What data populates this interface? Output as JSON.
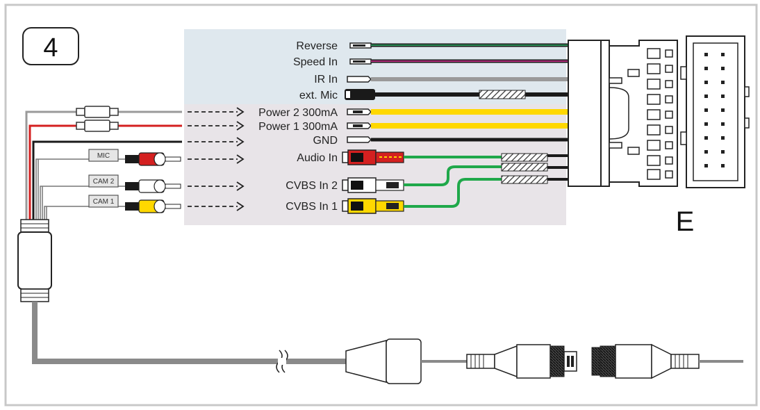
{
  "step_number": "4",
  "connector_letter": "E",
  "signal_labels": {
    "reverse": "Reverse",
    "speed_in": "Speed In",
    "ir_in": "IR In",
    "ext_mic": "ext. Mic",
    "power2": "Power 2 300mA",
    "power1": "Power 1 300mA",
    "gnd": "GND",
    "audio_in": "Audio In",
    "cvbs2": "CVBS In 2",
    "cvbs1": "CVBS In 1"
  },
  "plug_tags": {
    "mic": "MIC",
    "cam2": "CAM 2",
    "cam1": "CAM 1"
  },
  "wire_colors": {
    "reverse": "#1a1a1a",
    "reverse_stripe": "#2fb36a",
    "speed": "#1a1a1a",
    "speed_stripe": "#e0339a",
    "ir": "#9a9a9a",
    "mic": "#1a1a1a",
    "power": "#ffd800",
    "gnd": "#1a1a1a",
    "audio": "#1fa84a",
    "rca_red": "#d42020",
    "rca_white": "#ffffff",
    "rca_yellow": "#ffd800",
    "gray_cable": "#8a8a8a",
    "panel_top": "#dfe8ee",
    "panel_bottom": "#e8e4e8"
  }
}
